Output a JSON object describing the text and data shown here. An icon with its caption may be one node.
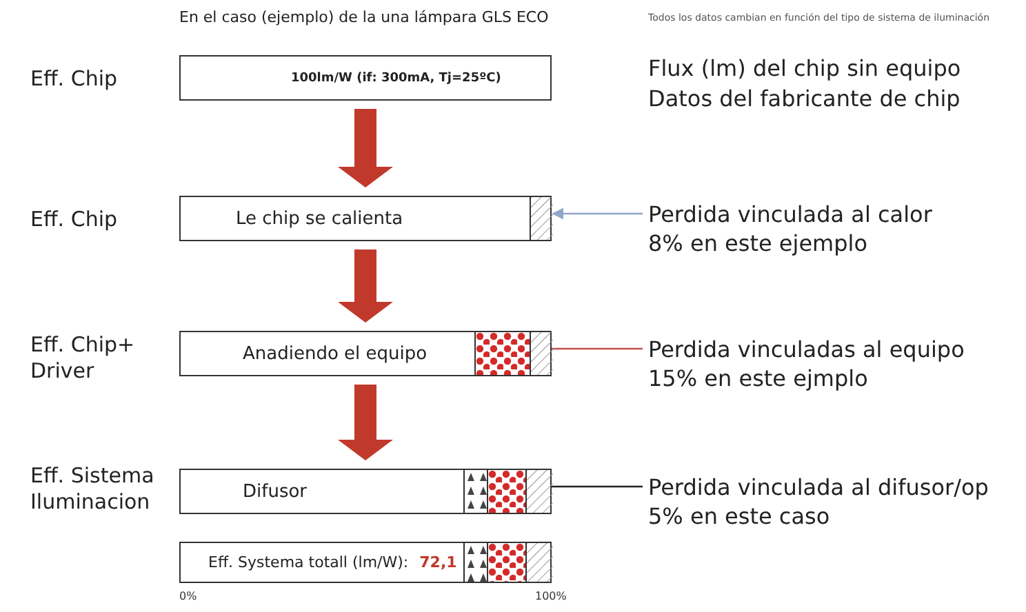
{
  "diagram": {
    "title": "En el caso (ejemplo) de la una lámpara GLS ECO",
    "nodes": [
      {
        "text": [
          "100lm/W (if: 300mA, Tj=25ºC)"
        ],
        "beside": [
          "Eff. Chip"
        ]
      },
      {
        "text": [
          "Le chip se calienta"
        ],
        "beside": [
          "Eff. Chip"
        ]
      },
      {
        "text": [],
        "shape": "box",
        "in": 1
      },
      {
        "text": [
          "Anadiendo el equipo"
        ],
        "beside": [
          "Eff. Chip+ Driver"
        ]
      },
      {
        "text": [],
        "shape": "box",
        "in": 3
      },
      {
        "text": [
          "Difusor"
        ],
        "beside": [
          "Eff. Sistema Iluminacion"
        ]
      },
      {
        "text": [],
        "shape": "box",
        "in": 5
      },
      {
        "text": [
          "Eff. Systema totall (lm/W):",
          "72,1"
        ]
      },
      {
        "text": [
          "Perdida vinculada al calor",
          "8% en este ejemplo"
        ]
      },
      {
        "text": [
          "Perdida vinculadas al equipo",
          "15% en este ejmplo"
        ]
      },
      {
        "text": [
          "Perdida vinculada al difusor/op",
          "5% en este caso"
        ]
      }
    ],
    "edges": [
      {
        "from": 0,
        "to": 1,
        "arrow": "to",
        "style": "thick",
        "color": "#c0392b"
      },
      {
        "from": 1,
        "to": 3,
        "arrow": "to",
        "style": "thick",
        "color": "#c0392b"
      },
      {
        "from": 3,
        "to": 5,
        "arrow": "to",
        "style": "thick",
        "color": "#c0392b"
      },
      {
        "from": 8,
        "to": 2,
        "arrow": "to",
        "color": "#8fa8c8"
      },
      {
        "from": 9,
        "to": 4,
        "arrow": "none",
        "color": "#c0504d"
      },
      {
        "from": 10,
        "to": 6,
        "arrow": "to",
        "color": "#222222"
      }
    ],
    "labels": [
      "Todos los datos cambian en función del tipo de sistema de iluminación",
      "Flux (lm) del chip sin equipo",
      "Datos del fabricante de chip",
      "0%",
      "100%"
    ]
  }
}
